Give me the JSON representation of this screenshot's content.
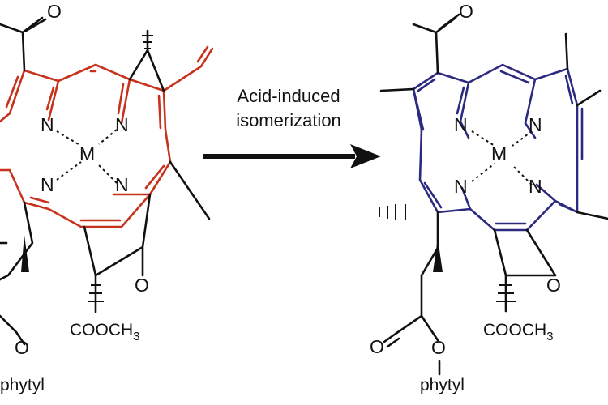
{
  "reaction": {
    "arrow_label_line1": "Acid-induced",
    "arrow_label_line2": "isomerization"
  },
  "reactant": {
    "nitrogen": "N",
    "metal": "M",
    "ester": "COOCH",
    "ester_subscript": "3",
    "tail": "phytyl",
    "carbonyl_o": "O",
    "ether_o": "O",
    "highlight_color": "#c8311c"
  },
  "product": {
    "nitrogen": "N",
    "metal": "M",
    "ester": "COOCH",
    "ester_subscript": "3",
    "tail": "phytyl",
    "carbonyl_o": "O",
    "ether_o": "O",
    "highlight_color": "#2b2a80"
  }
}
